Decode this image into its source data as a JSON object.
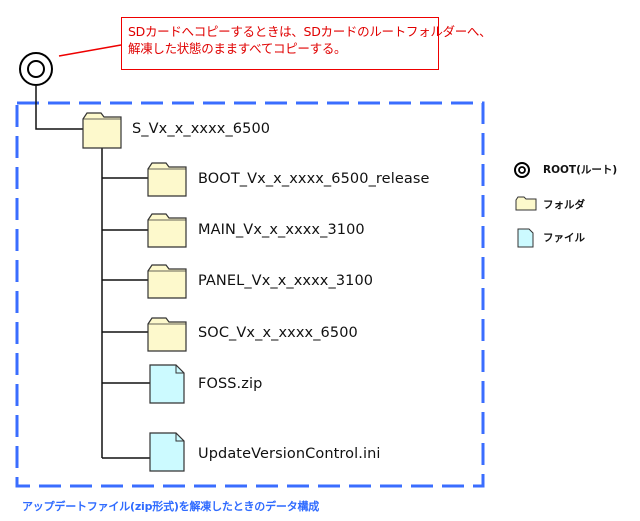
{
  "callout": {
    "line1": "SDカードへコピーするときは、SDカードのルートフォルダーへ、",
    "line2": "解凍した状態のまますべてコピーする。"
  },
  "tree": {
    "root_folder": "S_Vx_x_xxxx_6500",
    "children": [
      {
        "type": "folder",
        "name": "BOOT_Vx_x_xxxx_6500_release"
      },
      {
        "type": "folder",
        "name": "MAIN_Vx_x_xxxx_3100"
      },
      {
        "type": "folder",
        "name": "PANEL_Vx_x_xxxx_3100"
      },
      {
        "type": "folder",
        "name": "SOC_Vx_x_xxxx_6500"
      },
      {
        "type": "file",
        "name": "FOSS.zip"
      },
      {
        "type": "file",
        "name": "UpdateVersionControl.ini"
      }
    ]
  },
  "legend": {
    "root": "ROOT(ルート)",
    "folder": "フォルダ",
    "file": "ファイル"
  },
  "caption": "アップデートファイル(zip形式)を解凍したときのデータ構成",
  "colors": {
    "callout": "#ee0000",
    "dashed_box": "#3a6dff",
    "folder_fill": "#fdf9cc",
    "file_fill": "#ccfaff",
    "caption": "#2f6bff"
  }
}
